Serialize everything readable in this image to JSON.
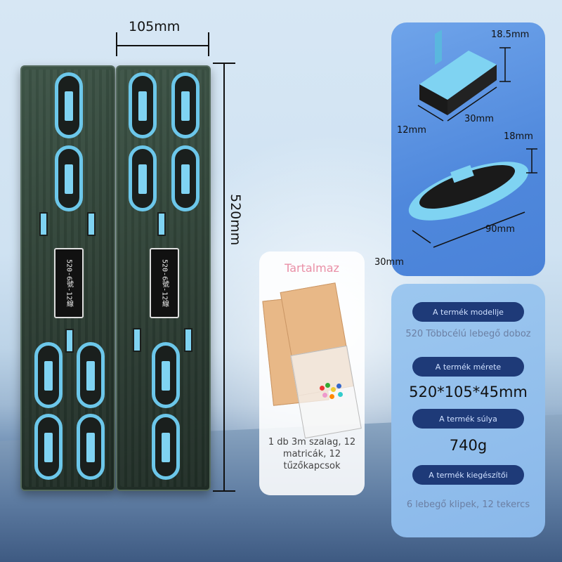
{
  "dimensions": {
    "box_width": "105mm",
    "box_length": "520mm"
  },
  "contents": {
    "title": "Tartalmaz",
    "description": "1 db 3m szalag, 12 matricák, 12 tűzőkapcsok"
  },
  "clip_dimensions": {
    "height_clip": "18.5mm",
    "length_clip": "30mm",
    "depth_clip": "12mm",
    "height_float": "18mm",
    "length_float": "90mm",
    "width_float": "30mm"
  },
  "box_labels": {
    "left": "520-6號-12線",
    "right": "520-6號-12線"
  },
  "specs": [
    {
      "label": "A termék modellje",
      "value": "520 Többcélú lebegő doboz",
      "style": "small"
    },
    {
      "label": "A termék mérete",
      "value": "520*105*45mm",
      "style": "big"
    },
    {
      "label": "A termék súlya",
      "value": "740g",
      "style": "big"
    },
    {
      "label": "A termék kiegészítői",
      "value": "6 lebegő klipek, 12 tekercs",
      "style": "small"
    }
  ],
  "colors": {
    "accent_blue": "#6cc7ea",
    "panel_blue": "#4f88dc",
    "pill_navy": "#1e3a78",
    "contents_pink": "#e98fa6"
  }
}
